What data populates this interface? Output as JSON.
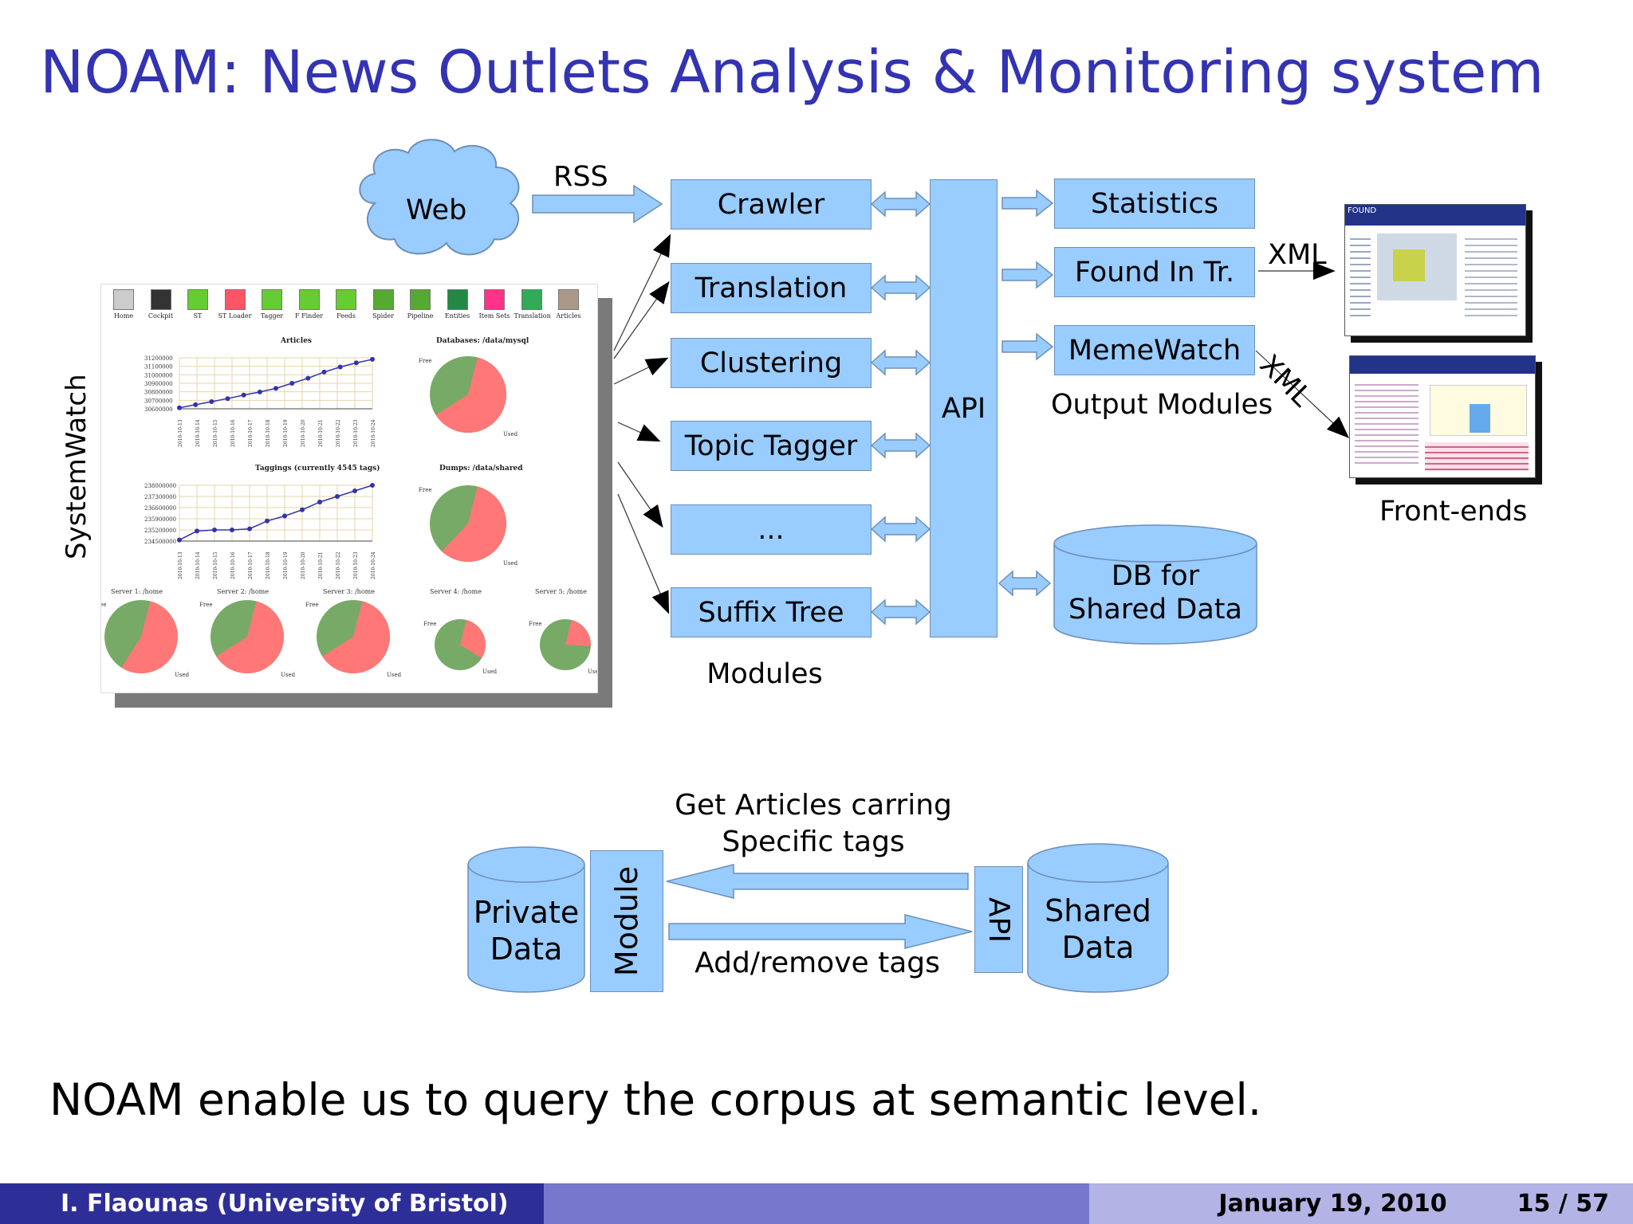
{
  "title": "NOAM: News Outlets Analysis & Monitoring system",
  "diagram": {
    "source": "Web",
    "source_arrow_label": "RSS",
    "modules": [
      "Crawler",
      "Translation",
      "Clustering",
      "Topic Tagger",
      "...",
      "Suffix Tree"
    ],
    "modules_label": "Modules",
    "api_label": "API",
    "output_modules": [
      "Statistics",
      "Found In Tr.",
      "MemeWatch"
    ],
    "output_modules_label": "Output Modules",
    "db_label_line1": "DB for",
    "db_label_line2": "Shared Data",
    "xml_label_1": "XML",
    "xml_label_2": "XML",
    "frontends_label": "Front-ends",
    "systemwatch_label": "SystemWatch"
  },
  "systemwatch": {
    "icons": [
      "Home",
      "Cockpit",
      "ST",
      "ST Loader",
      "Tagger",
      "F Finder",
      "Feeds",
      "Spider",
      "Pipeline",
      "Entities",
      "Item Sets",
      "Translation",
      "Articles"
    ],
    "icon_colors": [
      "#cccccc",
      "#333333",
      "#66cc33",
      "#ff5566",
      "#66cc33",
      "#66cc33",
      "#66cc33",
      "#55aa33",
      "#55aa33",
      "#228844",
      "#ff3388",
      "#33aa55",
      "#aa9988"
    ],
    "chart1_title": "Articles",
    "chart1_yticks": [
      "31200000",
      "31100000",
      "31000000",
      "30900000",
      "30800000",
      "30700000",
      "30600000"
    ],
    "chart1_values": [
      0.02,
      0.08,
      0.14,
      0.2,
      0.27,
      0.33,
      0.4,
      0.5,
      0.6,
      0.72,
      0.82,
      0.9,
      0.97
    ],
    "chart2_title": "Taggings (currently 4545 tags)",
    "chart2_yticks": [
      "238000000",
      "237300000",
      "236600000",
      "235900000",
      "235200000",
      "234500000"
    ],
    "chart2_values": [
      0.02,
      0.18,
      0.2,
      0.2,
      0.22,
      0.36,
      0.45,
      0.56,
      0.7,
      0.8,
      0.9,
      1.0
    ],
    "date_labels": [
      "2010-10-13",
      "2010-10-14",
      "2010-10-15",
      "2010-10-16",
      "2010-10-17",
      "2010-10-18",
      "2010-10-19",
      "2010-10-20",
      "2010-10-21",
      "2010-10-22",
      "2010-10-23",
      "2010-10-24"
    ],
    "pie1_title": "Databases: /data/mysql",
    "pie2_title": "Dumps: /data/shared",
    "free_label": "Free",
    "used_label": "Used",
    "used_fractions": [
      0.62,
      0.58,
      0.55,
      0.62,
      0.62,
      0.3,
      0.22
    ],
    "servers": [
      "Server 1: /home",
      "Server 2: /home",
      "Server 3: /home",
      "Server 4: /home",
      "Server 5: /home"
    ],
    "free_color": "#77aa66",
    "used_color": "#ff7777"
  },
  "frontends": {
    "found_logo": "FOUND"
  },
  "lower_diagram": {
    "private_line1": "Private",
    "private_line2": "Data",
    "module_label": "Module",
    "api_label": "API",
    "shared_line1": "Shared",
    "shared_line2": "Data",
    "top_arrow_line1": "Get Articles carring",
    "top_arrow_line2": "Specific tags",
    "bottom_arrow_label": "Add/remove tags"
  },
  "statement": "NOAM enable us to query the corpus at semantic level.",
  "footer": {
    "author": "I. Flaounas  (University of Bristol)",
    "date": "January 19, 2010",
    "page": "15 / 57"
  },
  "colors": {
    "title": "#3333b3",
    "box_fill": "#99ccff",
    "footer_dark": "#2e2e99",
    "footer_mid": "#7777cc",
    "footer_light": "#b3b3e6"
  }
}
